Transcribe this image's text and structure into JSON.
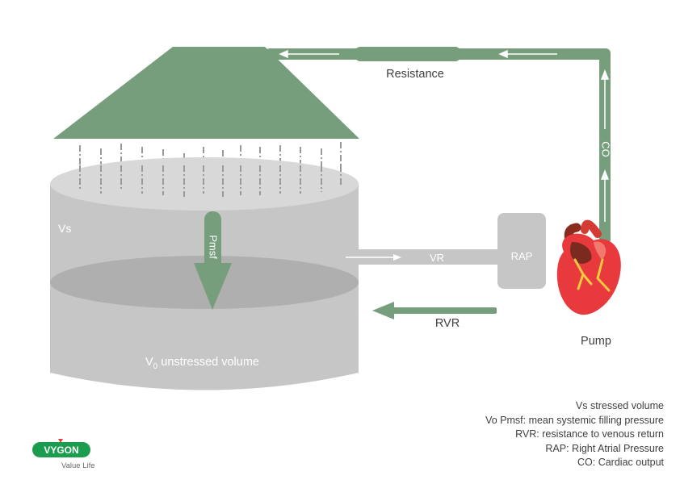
{
  "labels": {
    "resistance": "Resistance",
    "co": "CO",
    "vs": "Vs",
    "pmsf": "Pmsf",
    "vr": "VR",
    "rap": "RAP",
    "rvr": "RVR",
    "pump": "Pump",
    "v0_main": "V",
    "v0_sub": "0",
    "v0_rest": " unstressed volume"
  },
  "legend": [
    "Vs stressed volume",
    "Vo Pmsf: mean systemic filling pressure",
    "RVR: resistance to venous return",
    "RAP: Right Atrial Pressure",
    "CO: Cardiac output"
  ],
  "logo": {
    "brand": "VYGON",
    "tagline": "Value Life"
  },
  "colors": {
    "green": "#779e7c",
    "grey_light": "#d9d9d9",
    "grey_mid": "#c7c7c7",
    "grey_dark": "#b0b0b0",
    "heart_red": "#e5383b",
    "vygon_green": "#1c9c4e"
  }
}
